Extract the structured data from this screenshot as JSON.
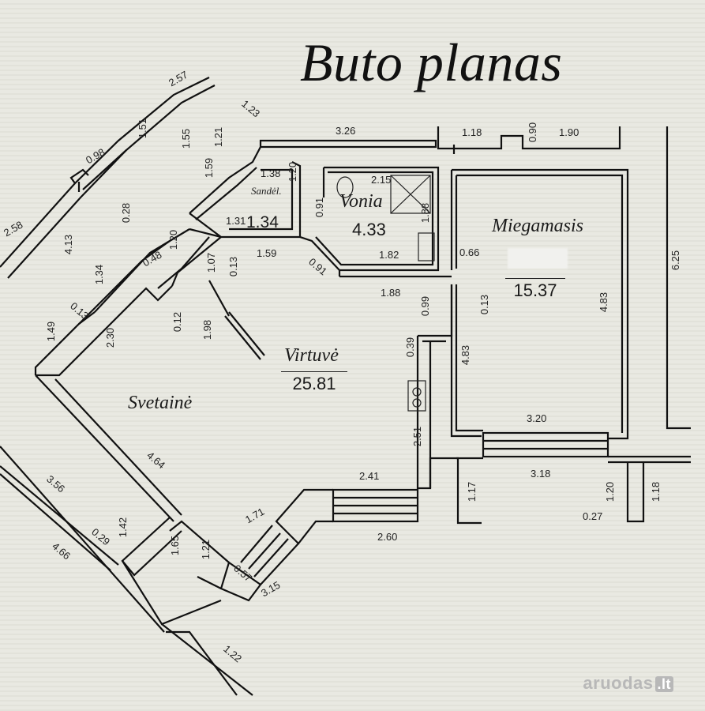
{
  "title": "Buto planas",
  "rooms": {
    "sandel": {
      "name": "Sandėl.",
      "area": "1.34"
    },
    "vonia": {
      "name": "Vonia",
      "area": "4.33"
    },
    "miegamasis": {
      "name": "Miegamasis",
      "area": "15.37"
    },
    "virtuve": {
      "name": "Virtuvė",
      "area": "25.81"
    },
    "svetaine": {
      "name": "Svetainė"
    }
  },
  "dimensions": {
    "d_257": "2.57",
    "d_123": "1.23",
    "d_326": "3.26",
    "d_118a": "1.18",
    "d_090": "0.90",
    "d_190": "1.90",
    "d_151": "1.51",
    "d_155": "1.55",
    "d_121a": "1.21",
    "d_159a": "1.59",
    "d_138": "1.38",
    "d_120a": "1.20",
    "d_215": "2.15",
    "d_091a": "0.91",
    "d_188a": "1.88",
    "d_131": "1.31",
    "d_159b": "1.59",
    "d_182": "1.82",
    "d_066": "0.66",
    "d_625": "6.25",
    "d_098": "0.98",
    "d_028": "0.28",
    "d_413": "4.13",
    "d_120b": "1.20",
    "d_048": "0.48",
    "d_107": "1.07",
    "d_013a": "0.13",
    "d_091b": "0.91",
    "d_188b": "1.88",
    "d_099": "0.99",
    "d_013b": "0.13",
    "d_483a": "4.83",
    "d_134": "1.34",
    "d_013c": "0.13",
    "d_149": "1.49",
    "d_230": "2.30",
    "d_012": "0.12",
    "d_198": "1.98",
    "d_039": "0.39",
    "d_483b": "4.83",
    "d_320": "3.20",
    "d_251": "2.51",
    "d_241": "2.41",
    "d_464": "4.64",
    "d_318": "3.18",
    "d_117": "1.17",
    "d_120c": "1.20",
    "d_118b": "1.18",
    "d_027": "0.27",
    "d_356": "3.56",
    "d_171": "1.71",
    "d_260": "2.60",
    "d_142": "1.42",
    "d_029": "0.29",
    "d_165": "1.65",
    "d_121b": "1.21",
    "d_466": "4.66",
    "d_057": "0.57",
    "d_315": "3.15",
    "d_122": "1.22",
    "d_258": "2.58"
  },
  "logo": {
    "text": "aruodas",
    "suffix": ".lt"
  }
}
